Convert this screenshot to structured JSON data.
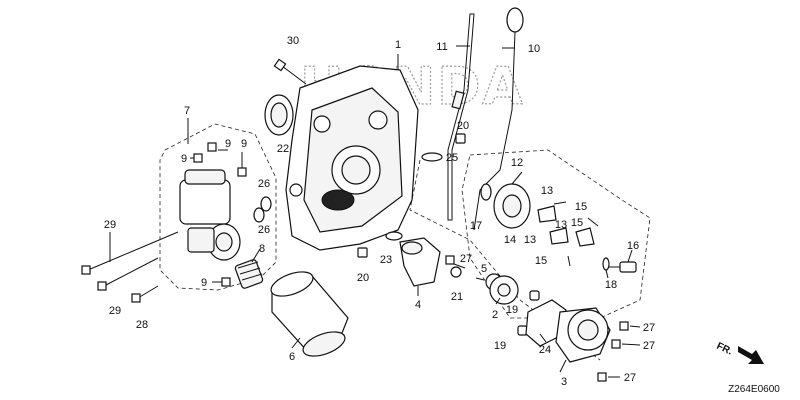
{
  "diagram": {
    "logo_text": "HONDA",
    "diagram_code": "Z264E0600",
    "direction_label": "FR.",
    "callouts": {
      "c1": "1",
      "c2": "2",
      "c3": "3",
      "c4": "4",
      "c5": "5",
      "c6": "6",
      "c7": "7",
      "c8": "8",
      "c9a": "9",
      "c9b": "9",
      "c9c": "9",
      "c9d": "9",
      "c10": "10",
      "c11": "11",
      "c12": "12",
      "c13a": "13",
      "c13b": "13",
      "c13c": "13",
      "c14": "14",
      "c15a": "15",
      "c15b": "15",
      "c15c": "15",
      "c16": "16",
      "c17": "17",
      "c18": "18",
      "c19a": "19",
      "c19b": "19",
      "c20a": "20",
      "c20b": "20",
      "c21": "21",
      "c22": "22",
      "c23": "23",
      "c24": "24",
      "c25": "25",
      "c26a": "26",
      "c26b": "26",
      "c27a": "27",
      "c27b": "27",
      "c27c": "27",
      "c27d": "27",
      "c28": "28",
      "c29a": "29",
      "c29b": "29",
      "c30": "30"
    }
  }
}
